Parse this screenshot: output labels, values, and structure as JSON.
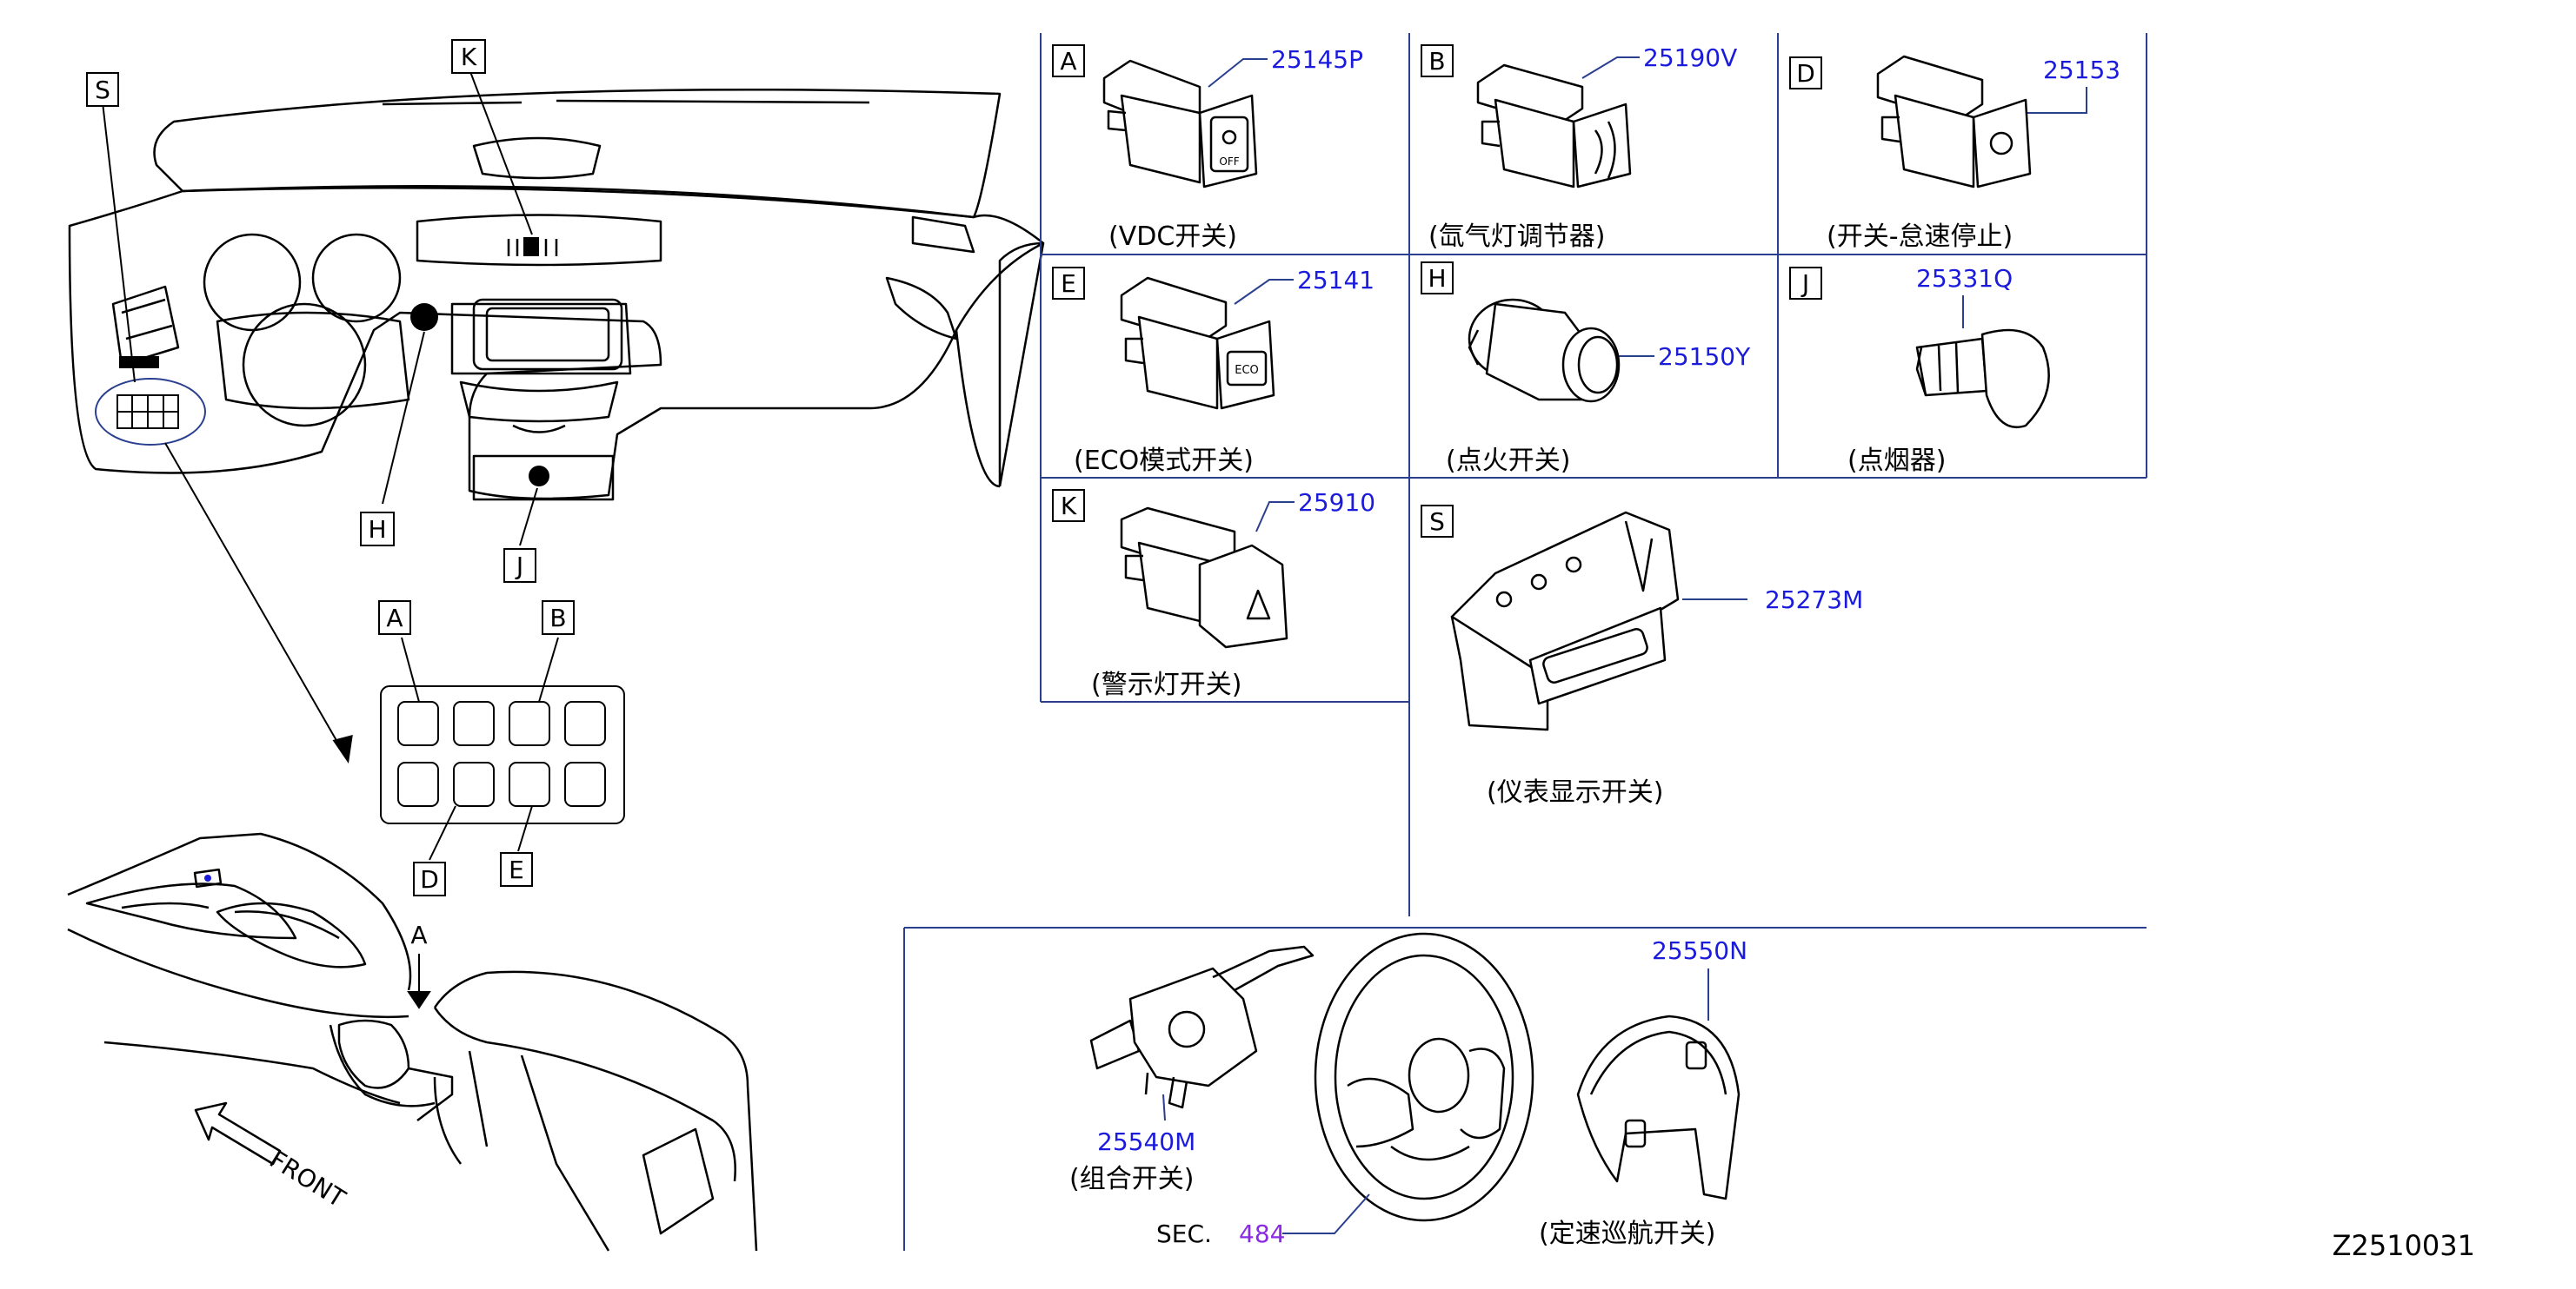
{
  "callout_letters": {
    "S": "S",
    "K": "K",
    "H": "H",
    "J": "J",
    "A": "A",
    "B": "B",
    "D": "D",
    "E": "E",
    "arrow_a": "A"
  },
  "front_label": "FRONT",
  "panels": {
    "A": {
      "letter": "A",
      "part_no": "25145P",
      "caption": "(VDC开关)"
    },
    "B": {
      "letter": "B",
      "part_no": "25190V",
      "caption": "(氙气灯调节器)"
    },
    "D": {
      "letter": "D",
      "part_no": "25153",
      "caption": "(开关-怠速停止)"
    },
    "E": {
      "letter": "E",
      "part_no": "25141",
      "caption": "(ECO模式开关)"
    },
    "H": {
      "letter": "H",
      "part_no": "25150Y",
      "caption": "(点火开关)"
    },
    "J": {
      "letter": "J",
      "part_no": "25331Q",
      "caption": "(点烟器)"
    },
    "K": {
      "letter": "K",
      "part_no": "25910",
      "caption": "(警示灯开关)"
    },
    "S": {
      "letter": "S",
      "part_no": "25273M",
      "caption": "(仪表显示开关)"
    }
  },
  "bottom": {
    "combo_part_no": "25540M",
    "combo_caption": "(组合开关)",
    "sec_label": "SEC.",
    "sec_number": "484",
    "cruise_part_no": "25550N",
    "cruise_caption": "(定速巡航开关)"
  },
  "drawing_code": "Z2510031",
  "icon_texts": {
    "off": "OFF",
    "eco": "ECO"
  },
  "colors": {
    "part_number": "#1b1bdc",
    "section_ref": "#8a2be2",
    "callout_circle": "#2a3f8f"
  }
}
